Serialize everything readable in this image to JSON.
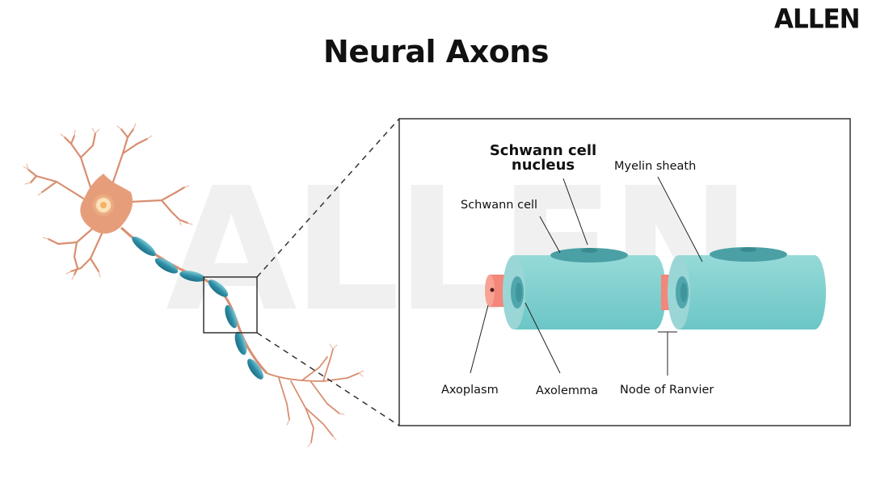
{
  "brand": {
    "logo_text": "ALLEN",
    "watermark_text": "ALLEN"
  },
  "title": "Neural Axons",
  "labels": {
    "schwann_cell_nucleus_line1": "Schwann cell",
    "schwann_cell_nucleus_line2": "nucleus",
    "schwann_cell": "Schwann cell",
    "myelin_sheath": "Myelin sheath",
    "axoplasm": "Axoplasm",
    "axolemma": "Axolemma",
    "node_of_ranvier": "Node of Ranvier"
  },
  "colors": {
    "neuron_body": "#e8a27e",
    "dendrite": "#d98a6a",
    "myelin": "#7fd0cf",
    "myelin_dark": "#3e9aa3",
    "axon_core": "#f2877a",
    "frame": "#333333"
  }
}
